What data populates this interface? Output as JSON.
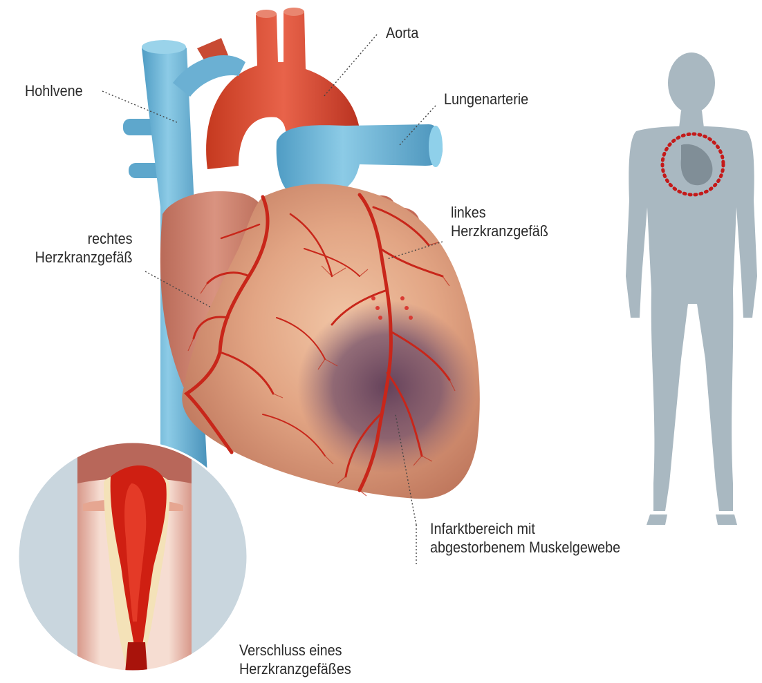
{
  "labels": {
    "aorta": "Aorta",
    "hohlvene": "Hohlvene",
    "lungenarterie": "Lungenarterie",
    "linkes": {
      "line1": "linkes",
      "line2": "Herzkranzgefäß"
    },
    "rechtes": {
      "line1": "rechtes",
      "line2": "Herzkranzgefäß"
    },
    "infarkt": {
      "line1": "Infarktbereich mit",
      "line2": "abgestorbenem Muskelgewebe"
    },
    "verschluss": {
      "line1": "Verschluss eines",
      "line2": "Herzkranzgefäßes"
    }
  },
  "colors": {
    "vein_blue": "#6fb4d6",
    "artery_red": "#d84a33",
    "heart_flesh": "#c98068",
    "infarct": "#6d4860",
    "body_silhouette": "#a7b6bf",
    "marker_dots": "#c41a1a"
  }
}
